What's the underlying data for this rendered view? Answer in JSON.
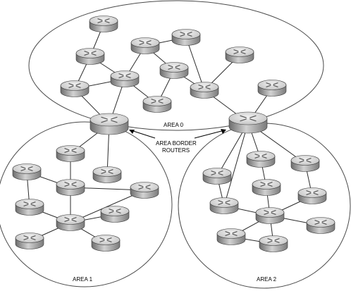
{
  "labels": {
    "area0": "AREA 0",
    "area1": "AREA 1",
    "area2": "AREA 2",
    "abr_line1": "AREA BORDER",
    "abr_line2": "ROUTERS"
  },
  "colors": {
    "router_top": "#e2e2e2",
    "router_side_dark": "#6c6c6c",
    "router_side_light": "#d2d2d2",
    "boundary": "#4a4a4a",
    "link": "#2b2b2b"
  },
  "icon": "router-icon"
}
